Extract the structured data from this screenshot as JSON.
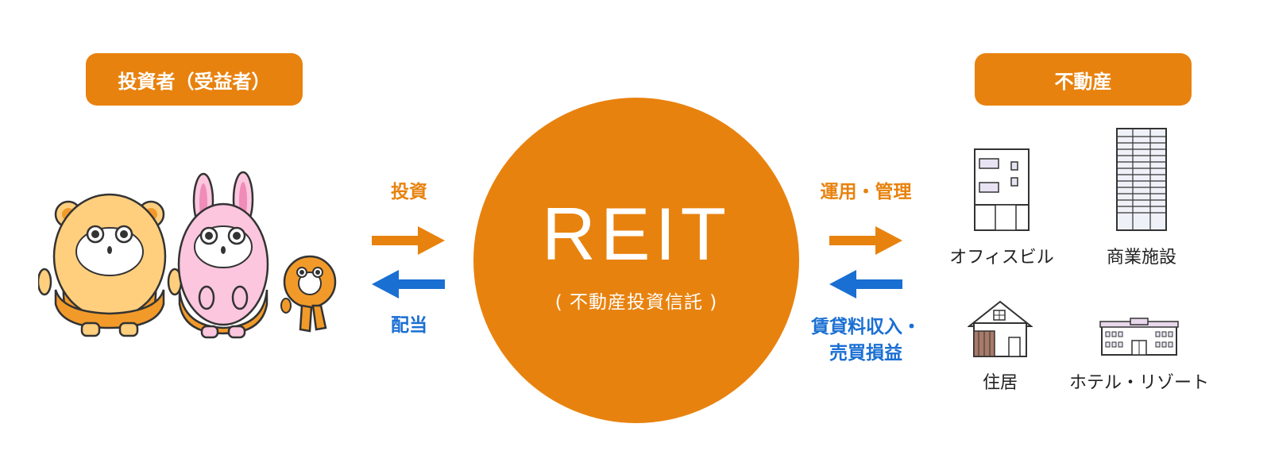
{
  "investor_label": "投資者（受益者）",
  "realestate_label": "不動産",
  "reit": {
    "title": "REIT",
    "subtitle": "( 不動産投資信託 )"
  },
  "flows": {
    "invest": "投資",
    "dividend": "配当",
    "operation": "運用・管理",
    "income_line1": "賃貸料収入・",
    "income_line2": "売買損益"
  },
  "properties": {
    "office": "オフィスビル",
    "commercial": "商業施設",
    "residence": "住居",
    "hotel": "ホテル・リゾート"
  },
  "colors": {
    "accent": "#e8820e",
    "blue": "#1a6fd3"
  }
}
